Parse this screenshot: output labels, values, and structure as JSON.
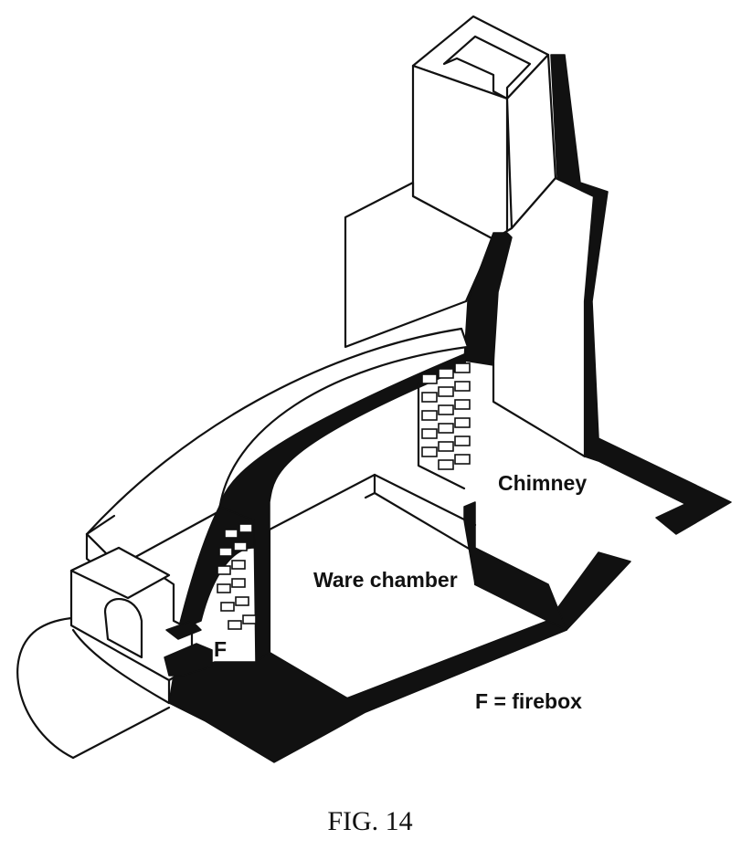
{
  "labels": {
    "chimney": "Chimney",
    "ware_chamber": "Ware chamber",
    "firebox_marker": "F",
    "legend": "F = firebox"
  },
  "caption": "FIG. 14",
  "colors": {
    "ink": "#111111",
    "paper": "#ffffff"
  }
}
